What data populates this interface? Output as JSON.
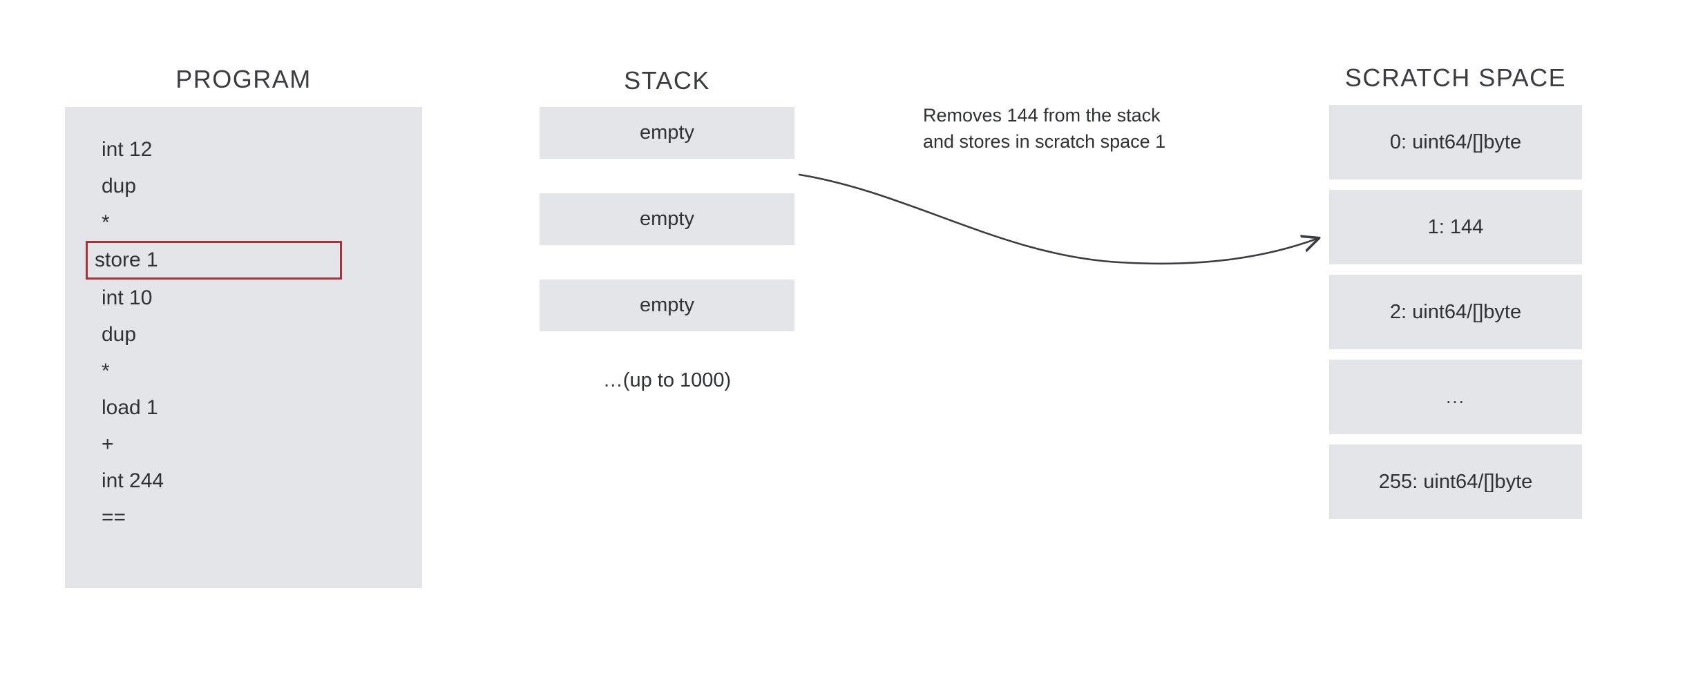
{
  "headings": {
    "program": "PROGRAM",
    "stack": "STACK",
    "scratch": "SCRATCH SPACE"
  },
  "program": {
    "lines": [
      {
        "text": "int 12",
        "highlighted": false
      },
      {
        "text": "dup",
        "highlighted": false
      },
      {
        "text": "*",
        "highlighted": false
      },
      {
        "text": "store 1",
        "highlighted": true
      },
      {
        "text": "int 10",
        "highlighted": false
      },
      {
        "text": "dup",
        "highlighted": false
      },
      {
        "text": "*",
        "highlighted": false
      },
      {
        "text": "load 1",
        "highlighted": false
      },
      {
        "text": "+",
        "highlighted": false
      },
      {
        "text": "int 244",
        "highlighted": false
      },
      {
        "text": "==",
        "highlighted": false
      }
    ],
    "highlight_color": "#a5333a",
    "panel_color": "#e3e5e8"
  },
  "stack": {
    "cells": [
      {
        "text": "empty"
      },
      {
        "text": "empty"
      },
      {
        "text": "empty"
      }
    ],
    "footnote": "…(up to 1000)",
    "cell_color": "#e3e5e8"
  },
  "scratch": {
    "cells": [
      {
        "text": "0: uint64/[]byte"
      },
      {
        "text": "1: 144"
      },
      {
        "text": "2: uint64/[]byte"
      },
      {
        "text": "..."
      },
      {
        "text": "255: uint64/[]byte"
      }
    ],
    "cell_color": "#e3e5e8"
  },
  "annotation": {
    "line1": "Removes 144 from the stack",
    "line2": "and stores in scratch space 1",
    "arrow_color": "#3a3c3f"
  }
}
